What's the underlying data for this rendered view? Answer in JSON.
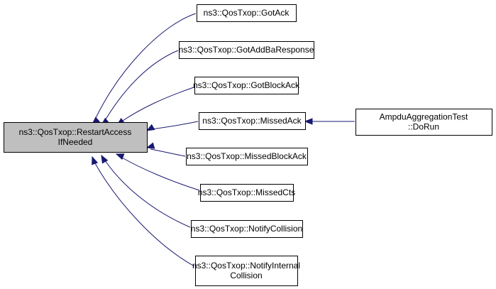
{
  "graph": {
    "edge_color": "#191970",
    "focus_fill": "#bfbfbf",
    "nodes": [
      {
        "id": "restart",
        "lines": [
          "ns3::QosTxop::RestartAccess",
          "IfNeeded"
        ],
        "focus": true
      },
      {
        "id": "gotack",
        "lines": [
          "ns3::QosTxop::GotAck"
        ]
      },
      {
        "id": "gotaddba",
        "lines": [
          "ns3::QosTxop::GotAddBaResponse"
        ]
      },
      {
        "id": "gotblockack",
        "lines": [
          "ns3::QosTxop::GotBlockAck"
        ]
      },
      {
        "id": "missedack",
        "lines": [
          "ns3::QosTxop::MissedAck"
        ]
      },
      {
        "id": "missedblockack",
        "lines": [
          "ns3::QosTxop::MissedBlockAck"
        ]
      },
      {
        "id": "missedcts",
        "lines": [
          "ns3::QosTxop::MissedCts"
        ]
      },
      {
        "id": "notifycollision",
        "lines": [
          "ns3::QosTxop::NotifyCollision"
        ]
      },
      {
        "id": "notifyinternal",
        "lines": [
          "ns3::QosTxop::NotifyInternal",
          "Collision"
        ]
      },
      {
        "id": "ampdu",
        "lines": [
          "AmpduAggregationTest",
          "::DoRun"
        ]
      }
    ],
    "edges": [
      {
        "from": "gotack",
        "to": "restart"
      },
      {
        "from": "gotaddba",
        "to": "restart"
      },
      {
        "from": "gotblockack",
        "to": "restart"
      },
      {
        "from": "missedack",
        "to": "restart"
      },
      {
        "from": "missedblockack",
        "to": "restart"
      },
      {
        "from": "missedcts",
        "to": "restart"
      },
      {
        "from": "notifycollision",
        "to": "restart"
      },
      {
        "from": "notifyinternal",
        "to": "restart"
      },
      {
        "from": "ampdu",
        "to": "missedack"
      }
    ]
  }
}
